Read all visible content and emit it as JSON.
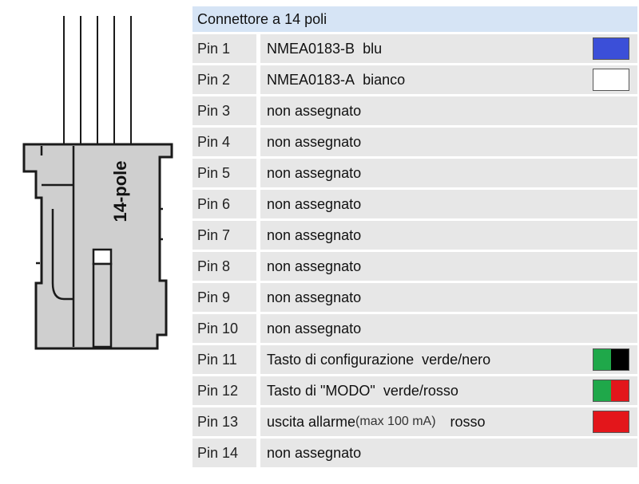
{
  "table": {
    "title": "Connettore a 14 poli",
    "rows": [
      {
        "pin": "Pin 1",
        "parts": [
          "NMEA0183-B",
          "blu"
        ],
        "colors": [
          "#3b4fd8"
        ]
      },
      {
        "pin": "Pin 2",
        "parts": [
          "NMEA0183-A",
          "bianco"
        ],
        "colors": [
          "#ffffff"
        ]
      },
      {
        "pin": "Pin 3",
        "parts": [
          "non assegnato"
        ]
      },
      {
        "pin": "Pin 4",
        "parts": [
          "non assegnato"
        ]
      },
      {
        "pin": "Pin 5",
        "parts": [
          "non assegnato"
        ]
      },
      {
        "pin": "Pin 6",
        "parts": [
          "non assegnato"
        ]
      },
      {
        "pin": "Pin 7",
        "parts": [
          "non assegnato"
        ]
      },
      {
        "pin": "Pin 8",
        "parts": [
          "non assegnato"
        ]
      },
      {
        "pin": "Pin 9",
        "parts": [
          "non assegnato"
        ]
      },
      {
        "pin": "Pin 10",
        "parts": [
          "non assegnato"
        ]
      },
      {
        "pin": "Pin 11",
        "parts": [
          "Tasto di configurazione",
          "verde/nero"
        ],
        "colors": [
          "#1fa84a",
          "#000000"
        ]
      },
      {
        "pin": "Pin 12",
        "parts": [
          "Tasto di \"MODO\"",
          "verde/rosso"
        ],
        "colors": [
          "#1fa84a",
          "#e3161b"
        ]
      },
      {
        "pin": "Pin 13",
        "parts": [
          "uscita allarme",
          "(max 100 mA)",
          "rosso"
        ],
        "colors": [
          "#e3161b"
        ]
      },
      {
        "pin": "Pin 14",
        "parts": [
          "non assegnato"
        ]
      }
    ]
  },
  "connector": {
    "label": "14-pole",
    "body_color": "#cfcfcf",
    "outline_color": "#1a1a1a"
  }
}
